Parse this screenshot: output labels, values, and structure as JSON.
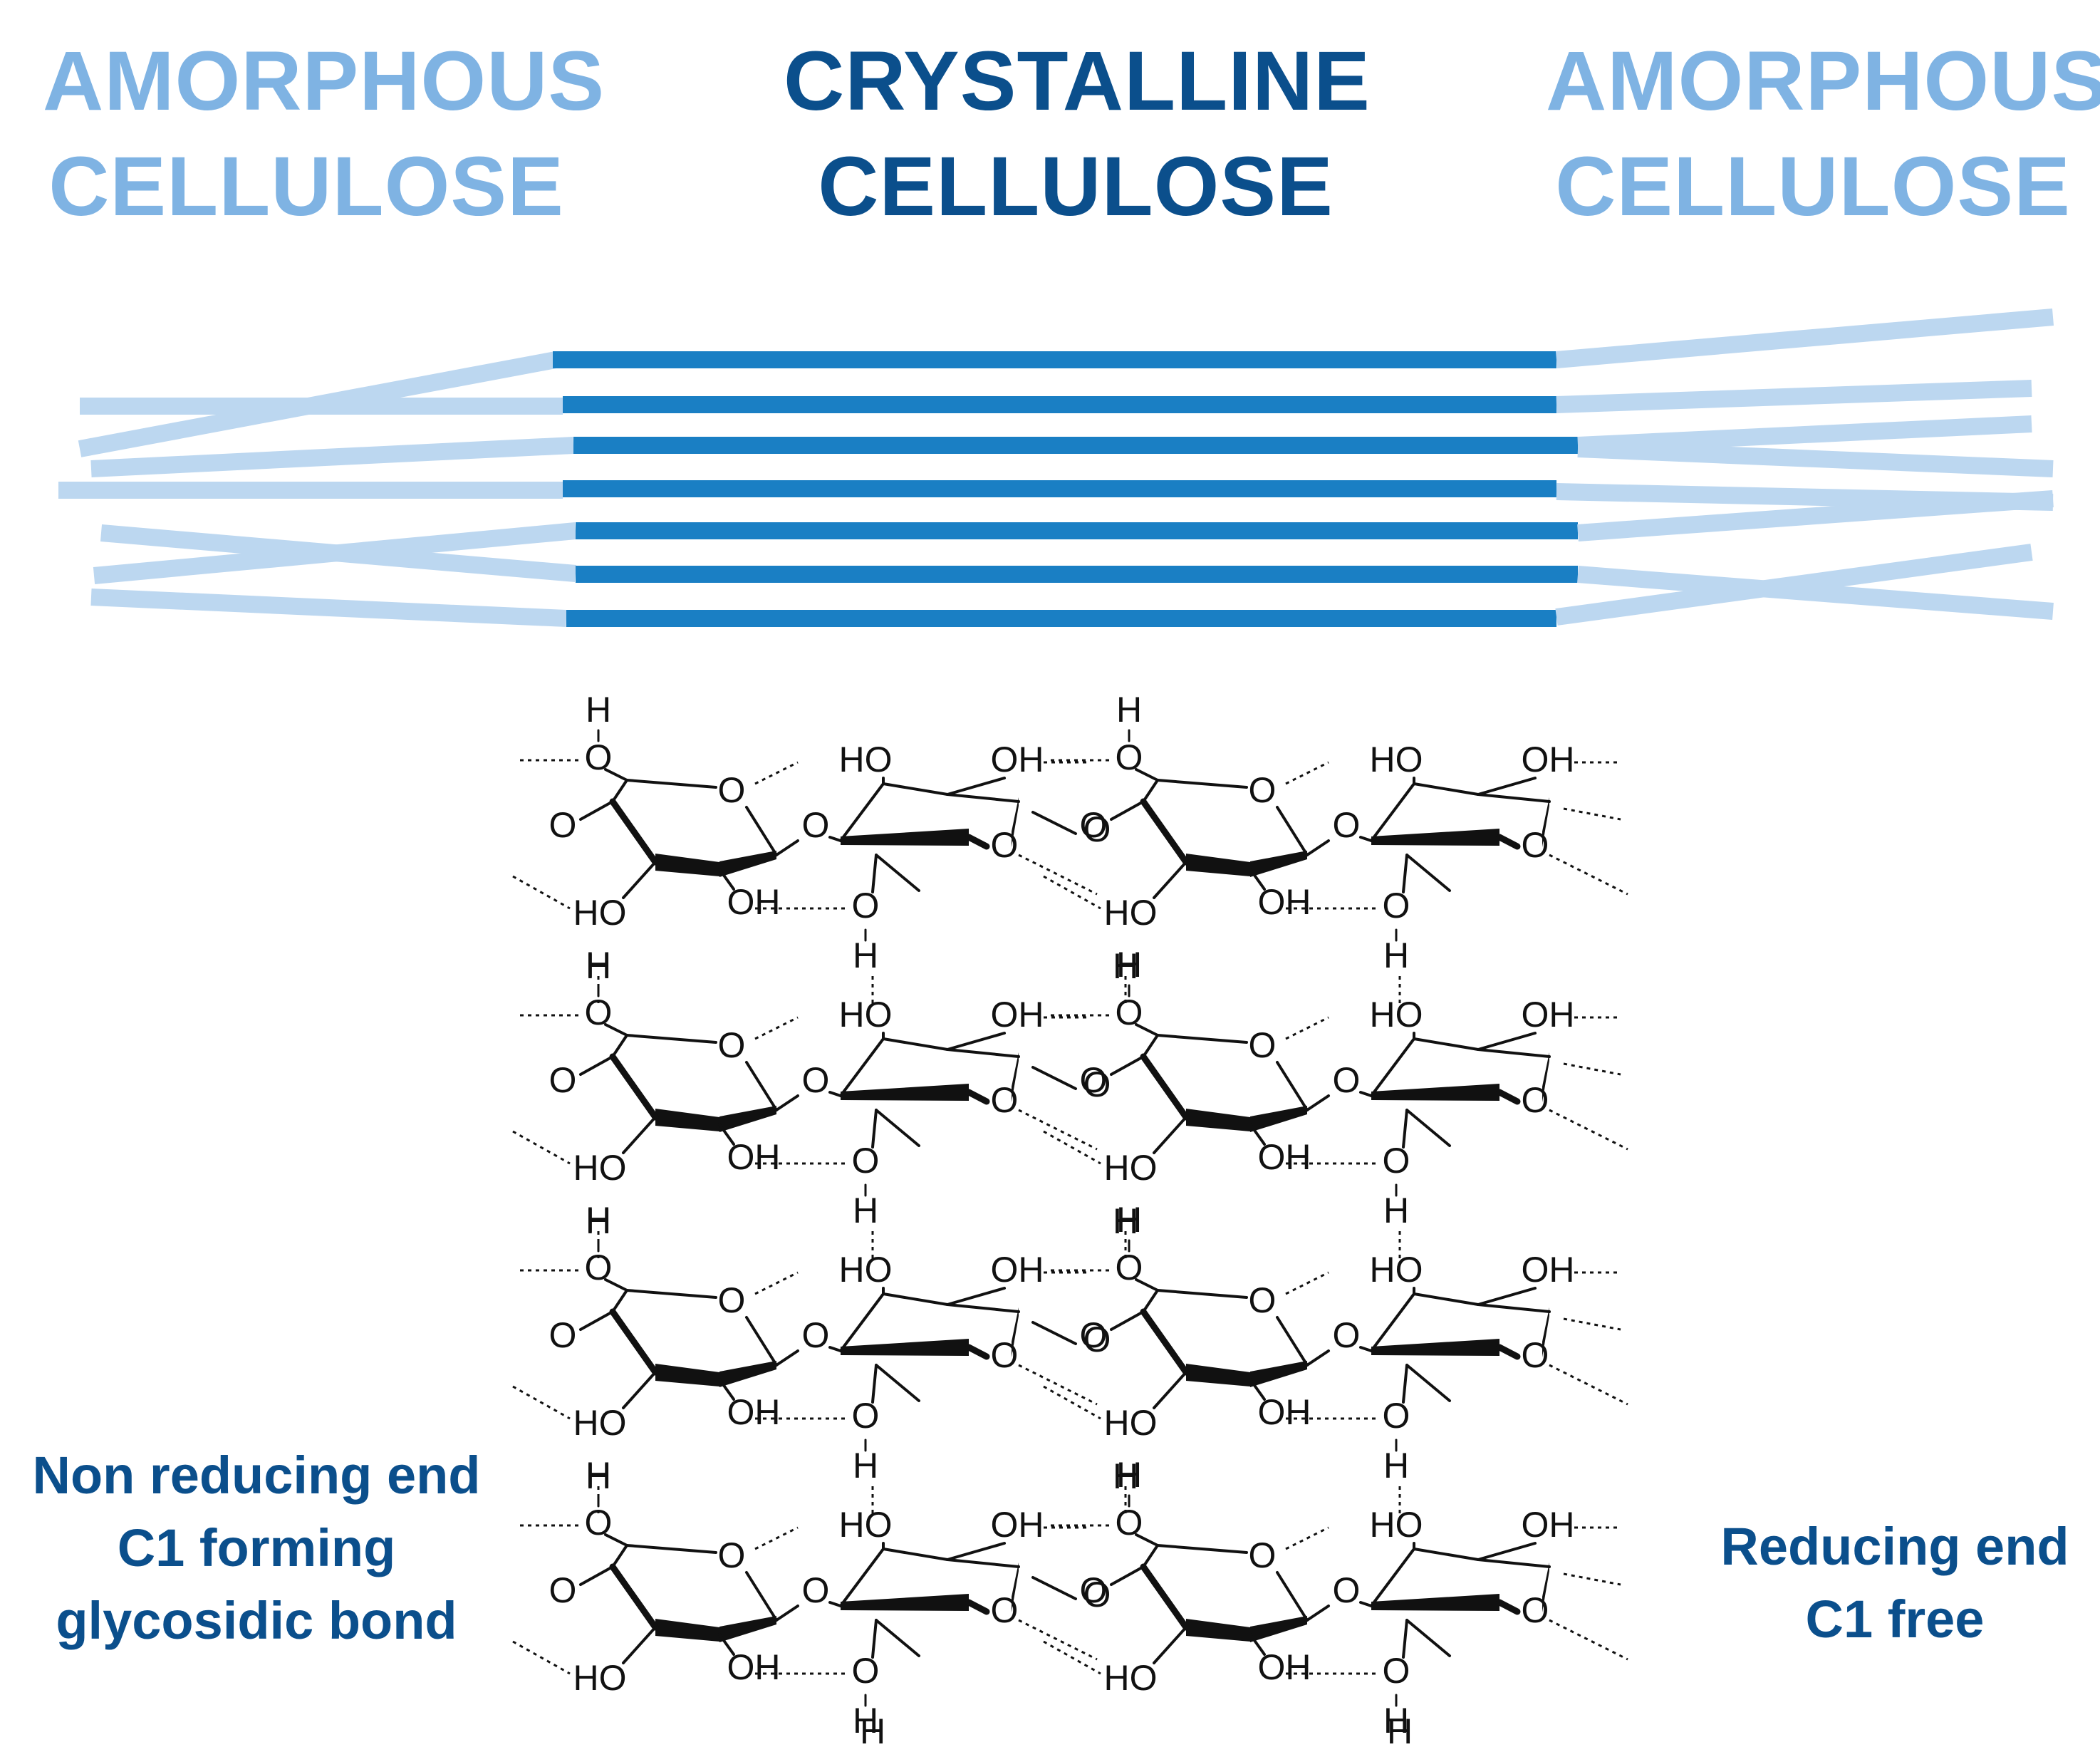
{
  "headers": {
    "left": {
      "line1": "AMORPHOUS",
      "line2": "CELLULOSE"
    },
    "center": {
      "line1": "CRYSTALLINE",
      "line2": "CELLULOSE"
    },
    "right": {
      "line1": "AMORPHOUS",
      "line2": "CELLULOSE"
    }
  },
  "end_labels": {
    "non_reducing": {
      "line1": "Non reducing end",
      "line2": "C1 forming",
      "line3": "glycosidic bond"
    },
    "reducing": {
      "line1": "Reducing end",
      "line2": "C1 free"
    }
  },
  "chem_labels": {
    "H": "H",
    "O": "O",
    "HO": "HO",
    "OH": "OH"
  },
  "colors": {
    "amorphous": "#7fb3e3",
    "amorphous_fiber": "#bcd7f0",
    "crystalline": "#0b4f8c",
    "crystalline_fiber": "#1a7fc4",
    "structure": "#111111"
  }
}
